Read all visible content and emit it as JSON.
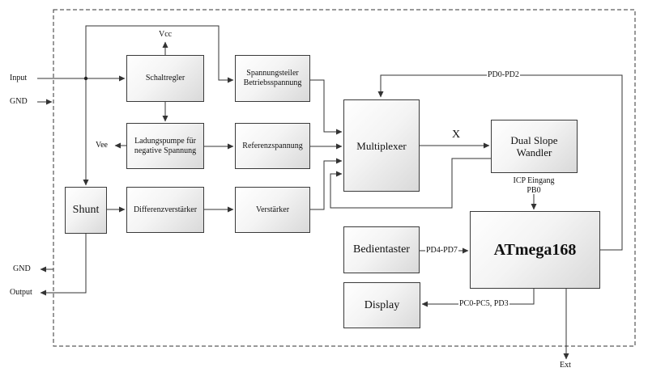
{
  "blocks": {
    "schaltregler": "Schaltregler",
    "spannungsteiler": [
      "Spannungsteiler",
      "Betriebsspannung"
    ],
    "ladungspumpe": [
      "Ladungspumpe für",
      "negative Spannung"
    ],
    "referenz": "Referenzspannung",
    "multiplexer": "Multiplexer",
    "dualslope": [
      "Dual Slope",
      "Wandler"
    ],
    "shunt": "Shunt",
    "differenz": "Differenzverstärker",
    "verstaerker": "Verstärker",
    "bedientaster": "Bedientaster",
    "atmega": "ATmega168",
    "display": "Display"
  },
  "labels": {
    "input": "Input",
    "gnd_top": "GND",
    "vcc": "Vcc",
    "vee": "Vee",
    "gnd_bottom": "GND",
    "output": "Output",
    "x": "X",
    "pd0_pd2": "PD0-PD2",
    "icp": [
      "ICP Eingang",
      "PB0"
    ],
    "pd4_pd7": "PD4-PD7",
    "pc0_pc5": "PC0-PC5, PD3",
    "ext": "Ext"
  }
}
